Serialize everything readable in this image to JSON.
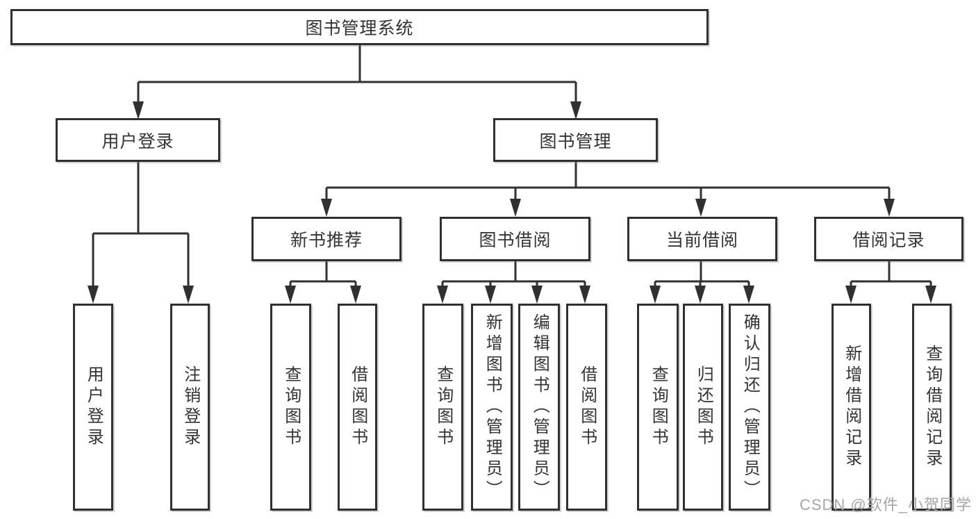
{
  "diagram": {
    "root": {
      "label": "图书管理系统"
    },
    "level2": [
      {
        "label": "用户登录"
      },
      {
        "label": "图书管理"
      }
    ],
    "level3": [
      {
        "label": "新书推荐"
      },
      {
        "label": "图书借阅"
      },
      {
        "label": "当前借阅"
      },
      {
        "label": "借阅记录"
      }
    ],
    "leaves": {
      "login": [
        "用户登录",
        "注销登录"
      ],
      "recommend": [
        "查询图书",
        "借阅图书"
      ],
      "borrow": [
        "查询图书",
        "新增图书（管理员）",
        "编辑图书（管理员）",
        "借阅图书"
      ],
      "current": [
        "查询图书",
        "归还图书",
        "确认归还（管理员）"
      ],
      "records": [
        "新增借阅记录",
        "查询借阅记录"
      ]
    },
    "colors": {
      "line": "#303030",
      "box_border": "#303030",
      "text": "#333333",
      "background": "#ffffff",
      "watermark": "#a6a6a6"
    }
  },
  "watermark": {
    "text": "CSDN @软件_小贺同学"
  }
}
